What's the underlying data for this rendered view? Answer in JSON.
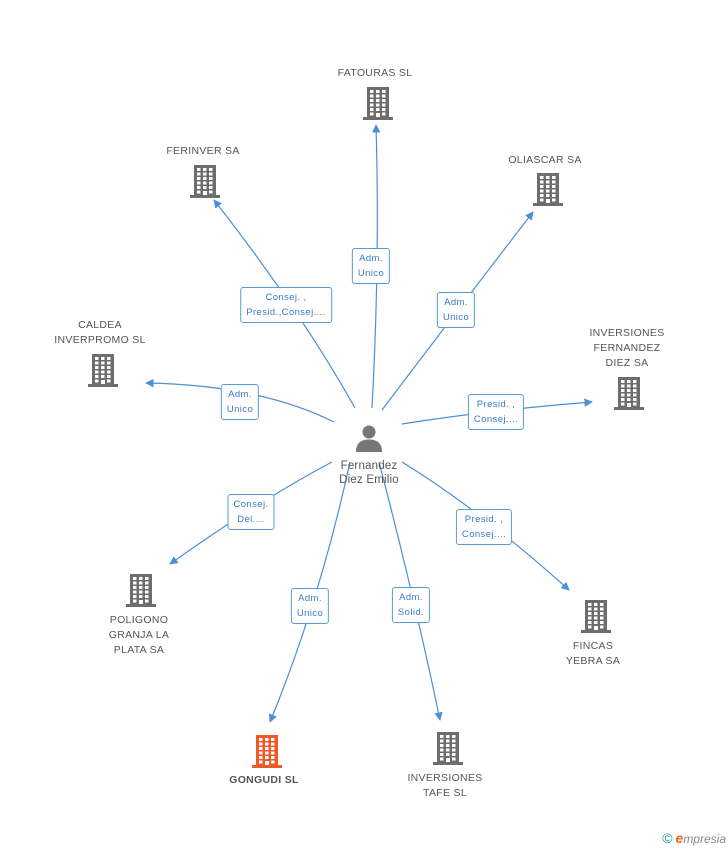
{
  "center": {
    "name_line1": "Fernandez",
    "name_line2": "Diez Emilio"
  },
  "companies": [
    {
      "id": "fatouras",
      "lines": [
        "FATOURAS SL"
      ],
      "role": [
        "Adm.",
        "Unico"
      ],
      "highlight": false
    },
    {
      "id": "ferinver",
      "lines": [
        "FERINVER SA"
      ],
      "role": [
        "Consej. ,",
        "Presid.,Consej...."
      ],
      "highlight": false
    },
    {
      "id": "oliascar",
      "lines": [
        "OLIASCAR SA"
      ],
      "role": [
        "Adm.",
        "Unico"
      ],
      "highlight": false
    },
    {
      "id": "caldea",
      "lines": [
        "CALDEA",
        "INVERPROMO SL"
      ],
      "role": [
        "Adm.",
        "Unico"
      ],
      "highlight": false
    },
    {
      "id": "inv-fernandez",
      "lines": [
        "INVERSIONES",
        "FERNANDEZ",
        "DIEZ SA"
      ],
      "role": [
        "Presid. ,",
        "Consej...."
      ],
      "highlight": false
    },
    {
      "id": "poligono",
      "lines": [
        "POLIGONO",
        "GRANJA LA",
        "PLATA SA"
      ],
      "role": [
        "Consej.",
        "Del...."
      ],
      "highlight": false
    },
    {
      "id": "fincas",
      "lines": [
        "FINCAS",
        "YEBRA SA"
      ],
      "role": [
        "Presid. ,",
        "Consej...."
      ],
      "highlight": false
    },
    {
      "id": "gongudi",
      "lines": [
        "GONGUDI SL"
      ],
      "role": [
        "Adm.",
        "Unico"
      ],
      "highlight": true
    },
    {
      "id": "inv-tafe",
      "lines": [
        "INVERSIONES",
        "TAFE SL"
      ],
      "role": [
        "Adm.",
        "Solid."
      ],
      "highlight": false
    }
  ],
  "colors": {
    "edge": "#4a8fd8",
    "building": "#6d6d6d",
    "building_highlight": "#f05a28",
    "person": "#777777",
    "role_border": "#5b9bd5",
    "role_text": "#3a7bc8"
  },
  "footer": {
    "copyright": "©",
    "brand_initial": "e",
    "brand_rest": "mpresia"
  }
}
